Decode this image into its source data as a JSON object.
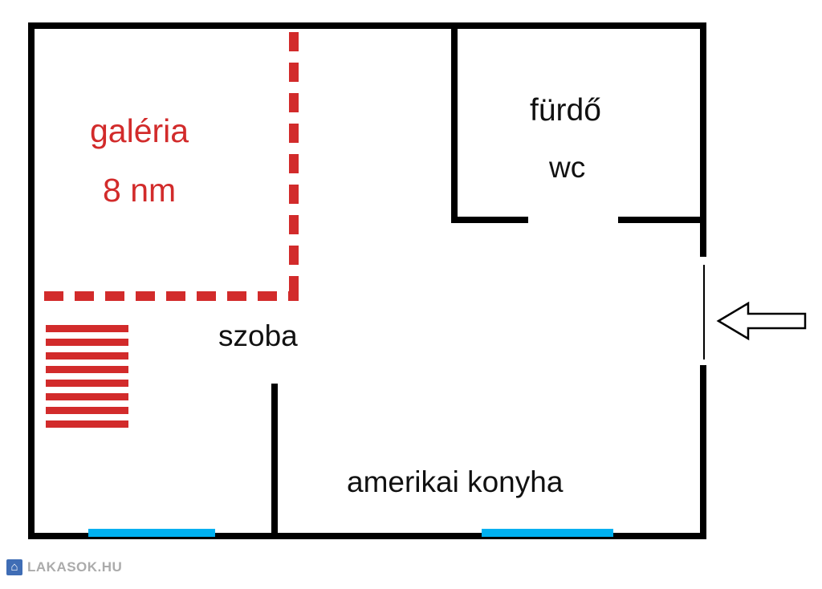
{
  "colors": {
    "wall": "#000000",
    "red": "#d22b2b",
    "window": "#00b0f0",
    "text": "#111111",
    "watermark_text": "#ababab",
    "watermark_icon": "#3f6db5"
  },
  "labels": {
    "gallery": "galéria",
    "gallery_area": "8 nm",
    "bathroom": "fürdő",
    "wc": "wc",
    "room": "szoba",
    "kitchen": "amerikai konyha"
  },
  "watermark": {
    "icon_glyph": "⌂",
    "text": "LAKASOK.HU"
  }
}
